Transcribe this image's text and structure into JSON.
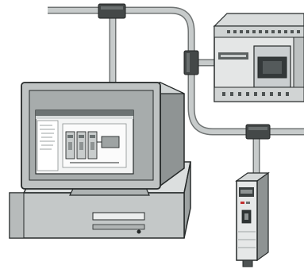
{
  "colors": {
    "background": "#ffffff",
    "cable": "#b8bcbc",
    "cable_edge": "#6f7373",
    "connector": "#3f4343",
    "device_light": "#e8eaea",
    "device_mid": "#c9cccc",
    "device_dark": "#8e9393",
    "outline": "#262a2a",
    "screen_frame": "#b9bebe",
    "screen_display": "#f4f4f4",
    "accent_red": "#c23030"
  },
  "components": {
    "workstation": "desktop-computer",
    "controller": "plc-chassis",
    "module": "io-module",
    "network": "network-cable"
  }
}
